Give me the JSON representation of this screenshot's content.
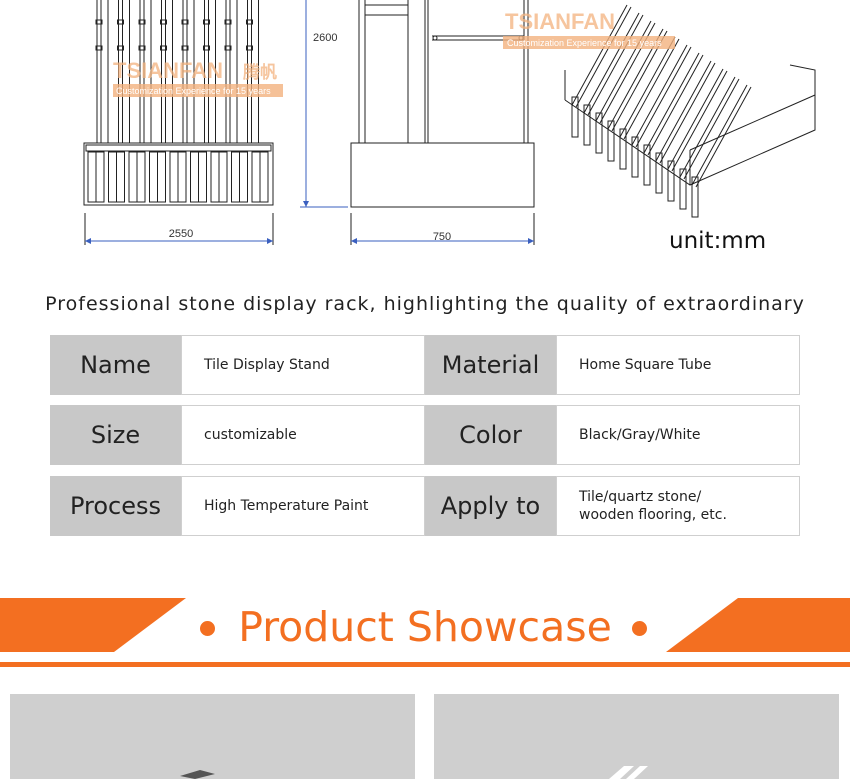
{
  "drawings": {
    "dimensions": {
      "front_width": "2550",
      "height": "2600",
      "side_width": "750"
    },
    "watermark": {
      "brand": "TSIANFAN",
      "brand_cn": "腾帆",
      "tagline": "Customization Experience for 15 years"
    }
  },
  "unit_label": "unit:mm",
  "tagline": "Professional stone display rack, highlighting the quality of extraordinary",
  "specs": [
    {
      "label": "Name",
      "value": "Tile Display Stand",
      "label2": "Material",
      "value2": "Home Square Tube"
    },
    {
      "label": "Size",
      "value": "customizable",
      "label2": "Color",
      "value2": "Black/Gray/White"
    },
    {
      "label": "Process",
      "value": "High Temperature Paint",
      "label2": "Apply to",
      "value2": "Tile/quartz stone/",
      "value2_line2": "wooden flooring, etc."
    }
  ],
  "showcase": {
    "title": "Product Showcase",
    "accent_color": "#f36f21"
  }
}
